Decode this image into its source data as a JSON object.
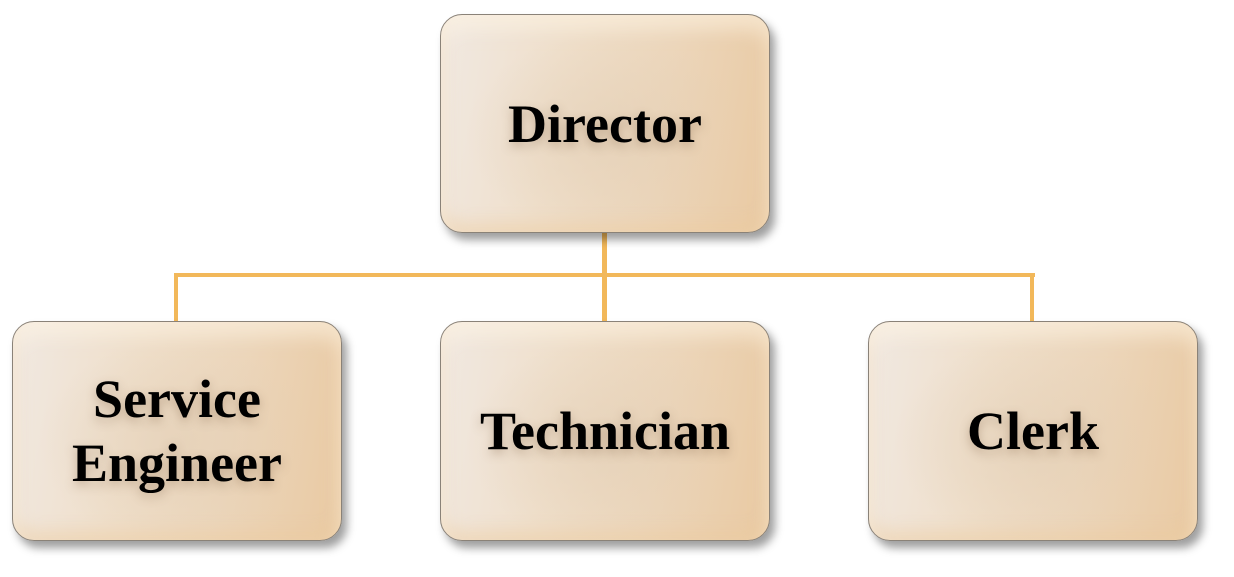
{
  "diagram": {
    "type": "org-chart",
    "connector_color": "#F2B85A",
    "box_fill_colors": [
      "#F1E9E2",
      "#ECD6BB",
      "#E9C9A2"
    ],
    "root": {
      "label": "Director"
    },
    "children": [
      {
        "label_lines": [
          "Service",
          "Engineer"
        ]
      },
      {
        "label": "Technician"
      },
      {
        "label": "Clerk"
      }
    ]
  }
}
